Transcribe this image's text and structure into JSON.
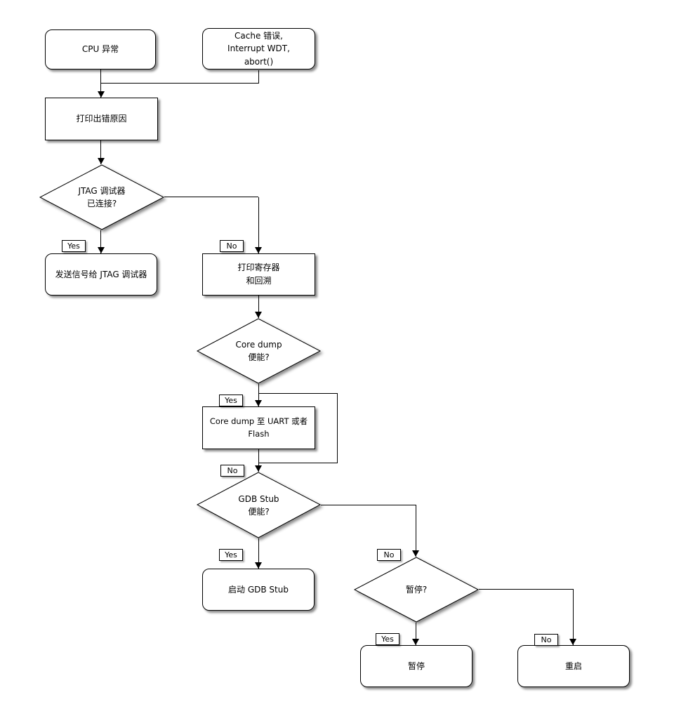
{
  "diagram": {
    "type": "flowchart",
    "language": "zh-CN",
    "colors": {
      "background": "#ffffff",
      "node_fill": "#ffffff",
      "node_border": "#000000",
      "connector": "#000000",
      "shadow": "rgba(0,0,0,0.45)"
    },
    "nodes": {
      "cpu_exception": {
        "label": "CPU 异常",
        "shape": "rounded"
      },
      "cache_error": {
        "line1": "Cache 错误,",
        "line2": "Interrupt WDT,",
        "line3": "abort()",
        "shape": "rounded"
      },
      "print_error": {
        "label": "打印出错原因",
        "shape": "rect"
      },
      "jtag_connected": {
        "line1": "JTAG 调试器",
        "line2": "已连接?",
        "shape": "diamond"
      },
      "send_signal": {
        "label": "发送信号给 JTAG 调试器",
        "shape": "rounded"
      },
      "print_registers": {
        "line1": "打印寄存器",
        "line2": "和回溯",
        "shape": "rect"
      },
      "coredump_enabled": {
        "line1": "Core dump",
        "line2": "便能?",
        "shape": "diamond"
      },
      "coredump_uart": {
        "label": "Core dump 至 UART 或者 Flash",
        "shape": "rect"
      },
      "gdbstub_enabled": {
        "line1": "GDB Stub",
        "line2": "便能?",
        "shape": "diamond"
      },
      "start_gdbstub": {
        "label": "启动 GDB Stub",
        "shape": "rounded"
      },
      "halt_question": {
        "label": "暂停?",
        "shape": "diamond"
      },
      "halt": {
        "label": "暂停",
        "shape": "rounded"
      },
      "reboot": {
        "label": "重启",
        "shape": "rounded"
      }
    },
    "edge_labels": {
      "yes": "Yes",
      "no": "No"
    }
  }
}
